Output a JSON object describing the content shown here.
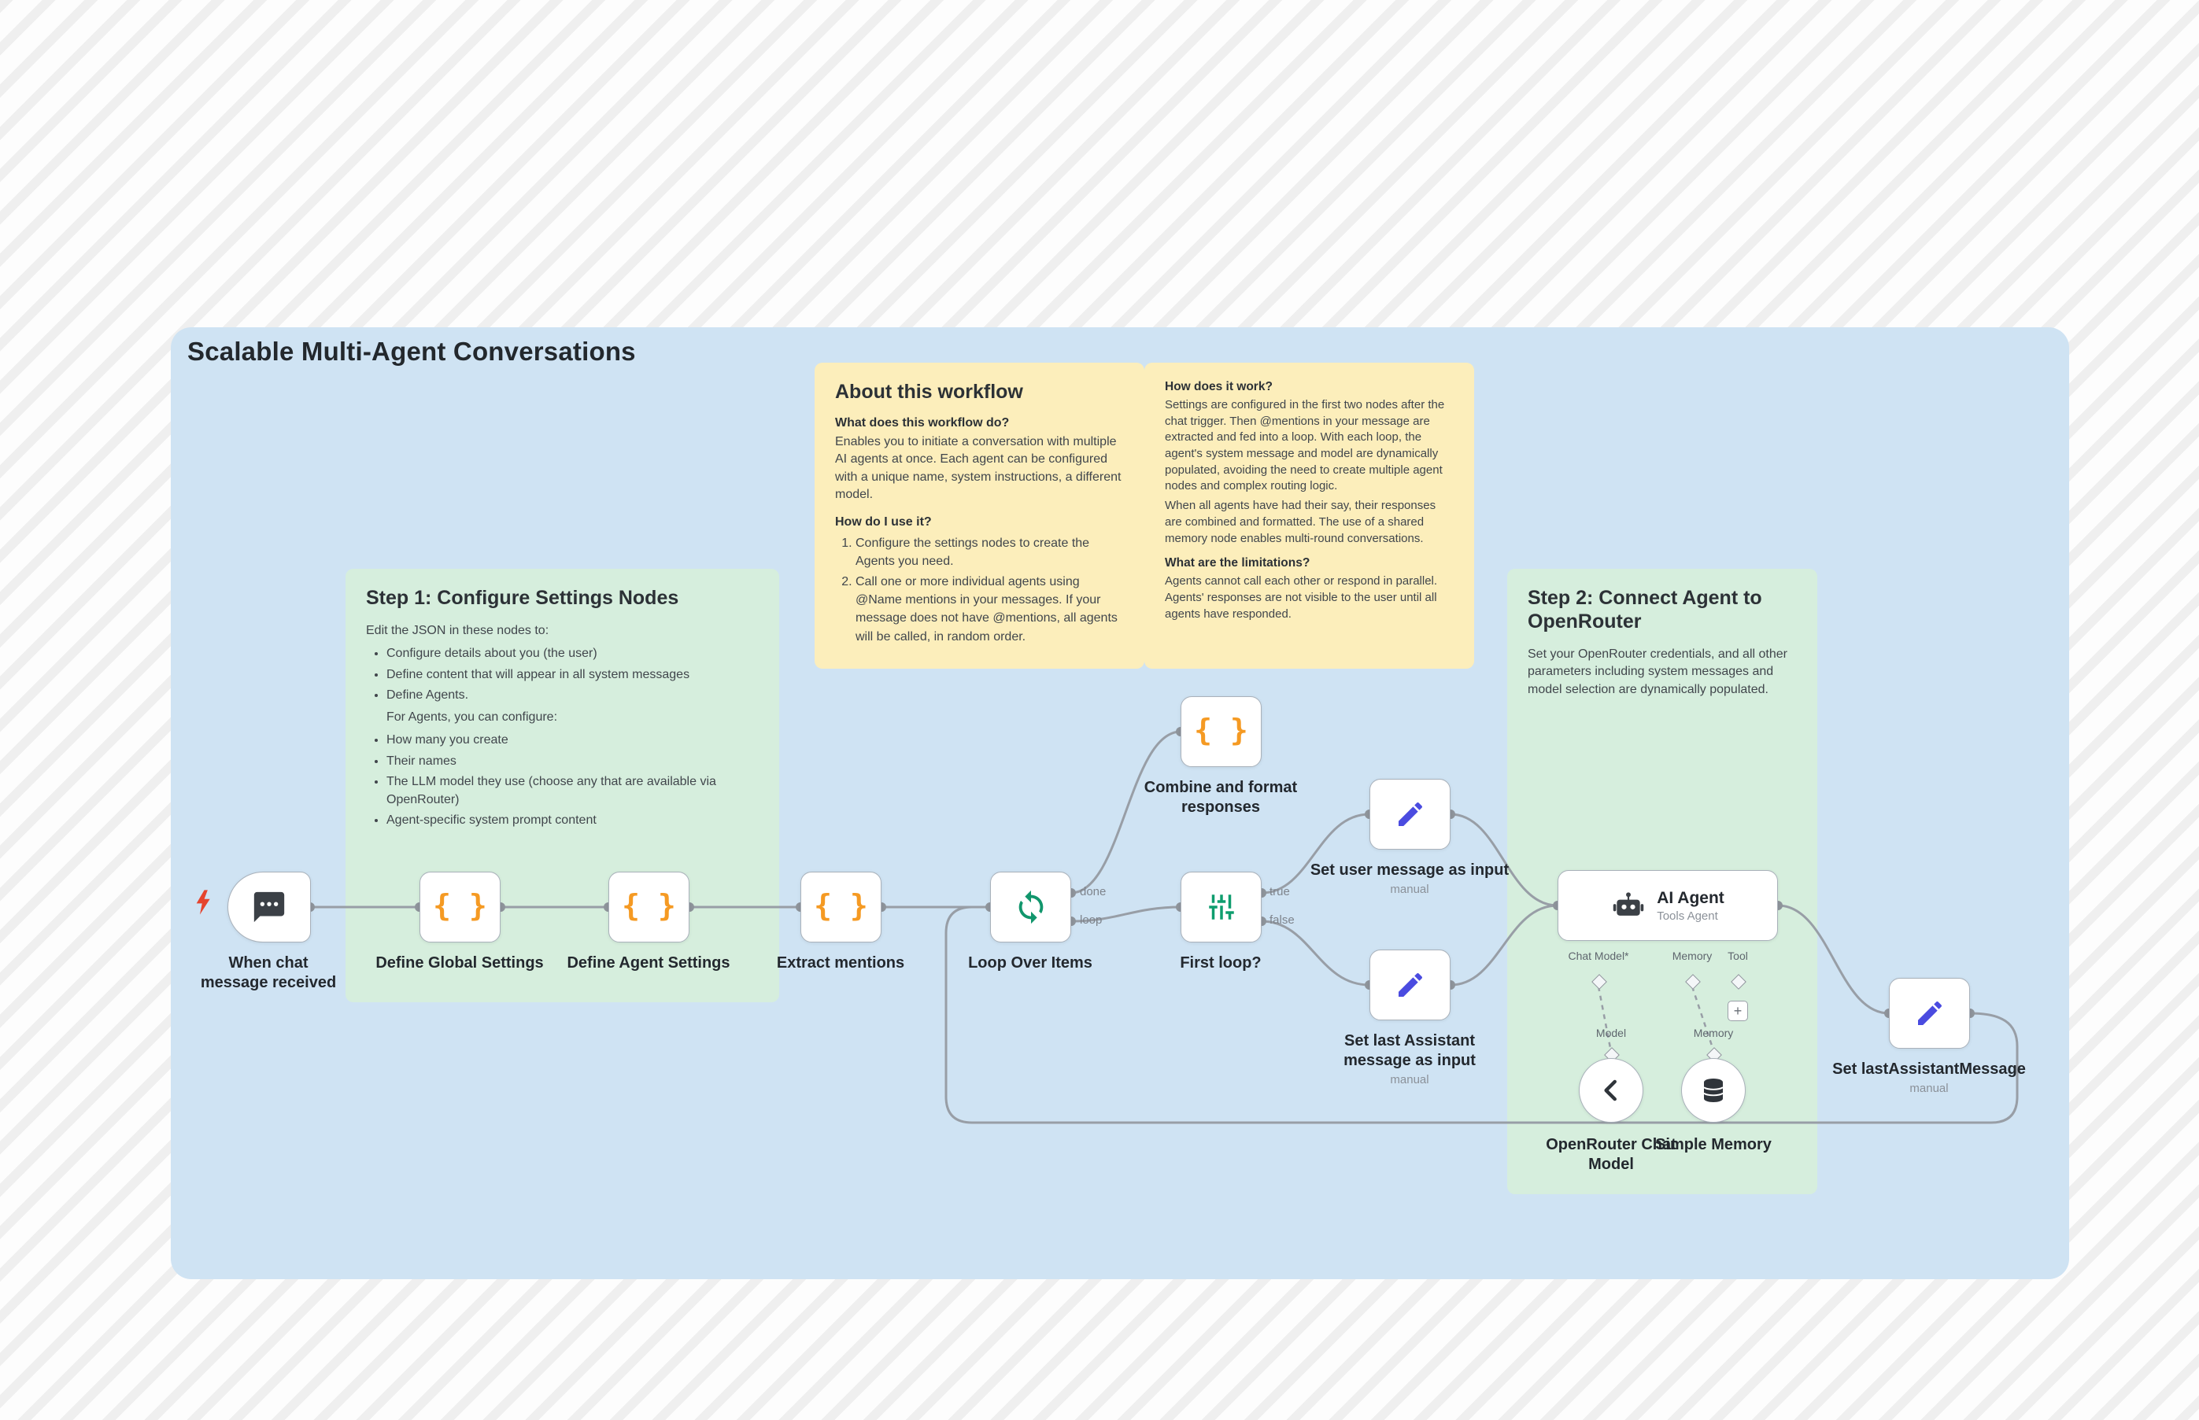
{
  "title": "Scalable Multi-Agent Conversations",
  "colors": {
    "accent_orange": "#f59a23",
    "accent_green": "#0f9d6e",
    "accent_indigo": "#4a4be0",
    "accent_red": "#e5442e",
    "panel_blue": "#cfe3f3",
    "sticky_green": "#d6eedd",
    "sticky_yellow": "#fceebb"
  },
  "icons": {
    "braces": "{ }",
    "plus": "+"
  },
  "stickies": {
    "step1": {
      "heading": "Step 1: Configure Settings Nodes",
      "intro": "Edit the JSON in these nodes to:",
      "bullets": [
        "Configure details about you (the user)",
        "Define content that will appear in all system messages",
        "Define Agents."
      ],
      "subintro": "For Agents, you can configure:",
      "bullets2": [
        "How many you create",
        "Their names",
        "The LLM model they use (choose any that are available via OpenRouter)",
        "Agent-specific system prompt content"
      ]
    },
    "about": {
      "heading": "About this workflow",
      "q1": "What does this workflow do?",
      "a1": "Enables you to initiate a conversation with multiple AI agents at once. Each agent can be configured with a unique name, system instructions, a different model.",
      "q2": "How do I use it?",
      "steps": [
        "Configure the settings nodes to create the Agents you need.",
        "Call one or more individual agents using @Name mentions in your messages. If your message does not have @mentions, all agents will be called, in random order."
      ]
    },
    "how": {
      "q1": "How does it work?",
      "p1": "Settings are configured in the first two nodes after the chat trigger. Then @mentions in your message are extracted and fed into a loop. With each loop, the agent's system message and model are dynamically populated, avoiding the need to create multiple agent nodes and complex routing logic.",
      "p2": "When all agents have had their say, their responses are combined and formatted. The use of a shared memory node enables multi-round conversations.",
      "q2": "What are the limitations?",
      "p3": "Agents cannot call each other or respond in parallel. Agents' responses are not visible to the user until all agents have responded."
    },
    "step2": {
      "heading": "Step 2: Connect Agent to OpenRouter",
      "body": "Set your OpenRouter credentials, and all other parameters including system messages and model selection are dynamically populated."
    }
  },
  "nodes": {
    "trigger": {
      "label": "When chat message received"
    },
    "define_global": {
      "label": "Define Global Settings"
    },
    "define_agent": {
      "label": "Define Agent Settings"
    },
    "extract": {
      "label": "Extract mentions"
    },
    "loop": {
      "label": "Loop Over Items"
    },
    "combine": {
      "label": "Combine and format responses"
    },
    "first_loop": {
      "label": "First loop?"
    },
    "set_user": {
      "label": "Set user message as input",
      "sub": "manual"
    },
    "set_last": {
      "label": "Set last Assistant message as input",
      "sub": "manual"
    },
    "ai_agent": {
      "title": "AI Agent",
      "subtitle": "Tools Agent",
      "ports": {
        "chat_model": "Chat Model*",
        "memory": "Memory",
        "tool": "Tool"
      }
    },
    "openrouter": {
      "top_label": "Model",
      "label": "OpenRouter Chat Model"
    },
    "memory": {
      "top_label": "Memory",
      "label": "Simple Memory"
    },
    "set_lam": {
      "label": "Set lastAssistantMessage",
      "sub": "manual"
    }
  },
  "edges": {
    "done": "done",
    "loop": "loop",
    "true": "true",
    "false": "false"
  }
}
